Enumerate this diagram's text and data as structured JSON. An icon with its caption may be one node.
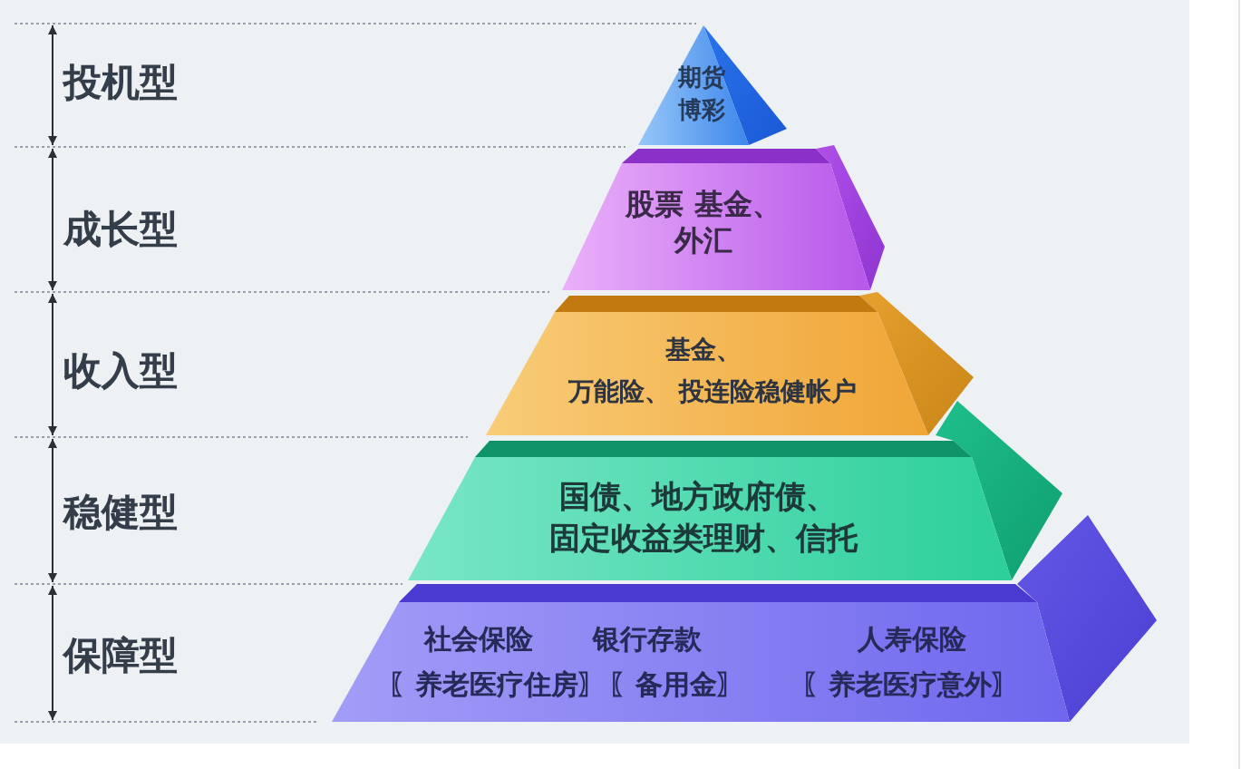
{
  "diagram": {
    "nodes": [
      {
        "text": [
          "期货",
          "博彩"
        ]
      },
      {
        "text": [
          "股票 基金、外汇"
        ]
      },
      {
        "text": [
          "基金、",
          "万能险、 投连险稳健帐户"
        ]
      },
      {
        "text": [
          "国债、地方政府债、",
          "固定收益类理财、信托"
        ]
      },
      {
        "text": [
          "社会保险",
          "〖养老医疗住房〗",
          "银行存款",
          "〖备用金〗",
          "人寿保险",
          "〖养老医疗意外〗"
        ]
      }
    ],
    "labels": [
      "投机型",
      "成长型",
      "收入型",
      "稳健型",
      "保障型"
    ]
  }
}
